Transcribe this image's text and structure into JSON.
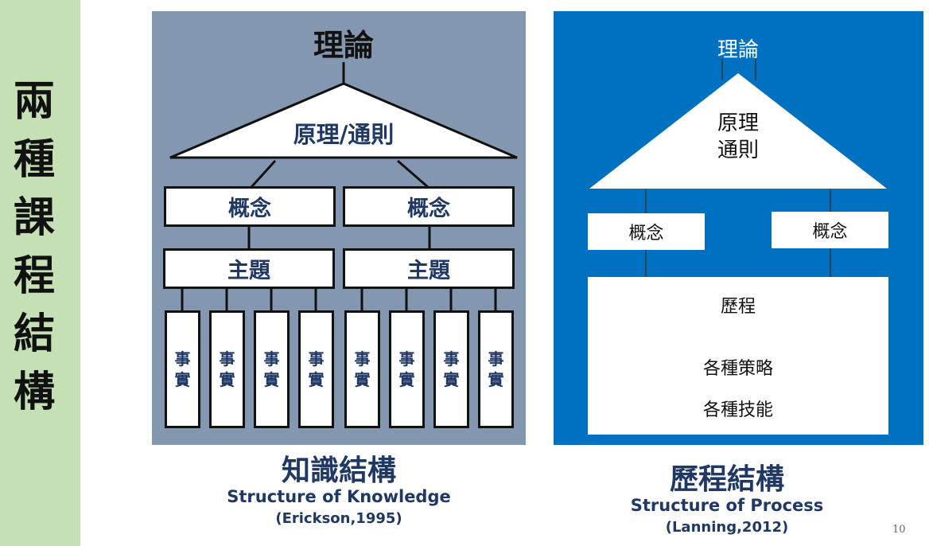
{
  "sidebar": {
    "title_chars": [
      "兩",
      "種",
      "課",
      "程",
      "結",
      "構"
    ]
  },
  "knowledge": {
    "theory": "理論",
    "principle": "原理/通則",
    "concepts": [
      "概念",
      "概念"
    ],
    "topics": [
      "主題",
      "主題"
    ],
    "fact_line1": "事",
    "fact_line2": "實",
    "caption_main": "知識結構",
    "caption_en": "Structure of Knowledge",
    "citation": "(Erickson,1995)"
  },
  "process": {
    "theory": "理論",
    "principle_line1": "原理",
    "principle_line2": "通則",
    "concepts": [
      "概念",
      "概念"
    ],
    "process_label": "歷程",
    "strategies": "各種策略",
    "skills": "各種技能",
    "caption_main": "歷程結構",
    "caption_en": "Structure of Process",
    "citation": "(Lanning,2012)"
  },
  "page_number": "10",
  "colors": {
    "sidebar": "#c5e0b4",
    "left_panel": "#8497b0",
    "right_panel": "#0070c0",
    "text_navy": "#1f3864"
  }
}
